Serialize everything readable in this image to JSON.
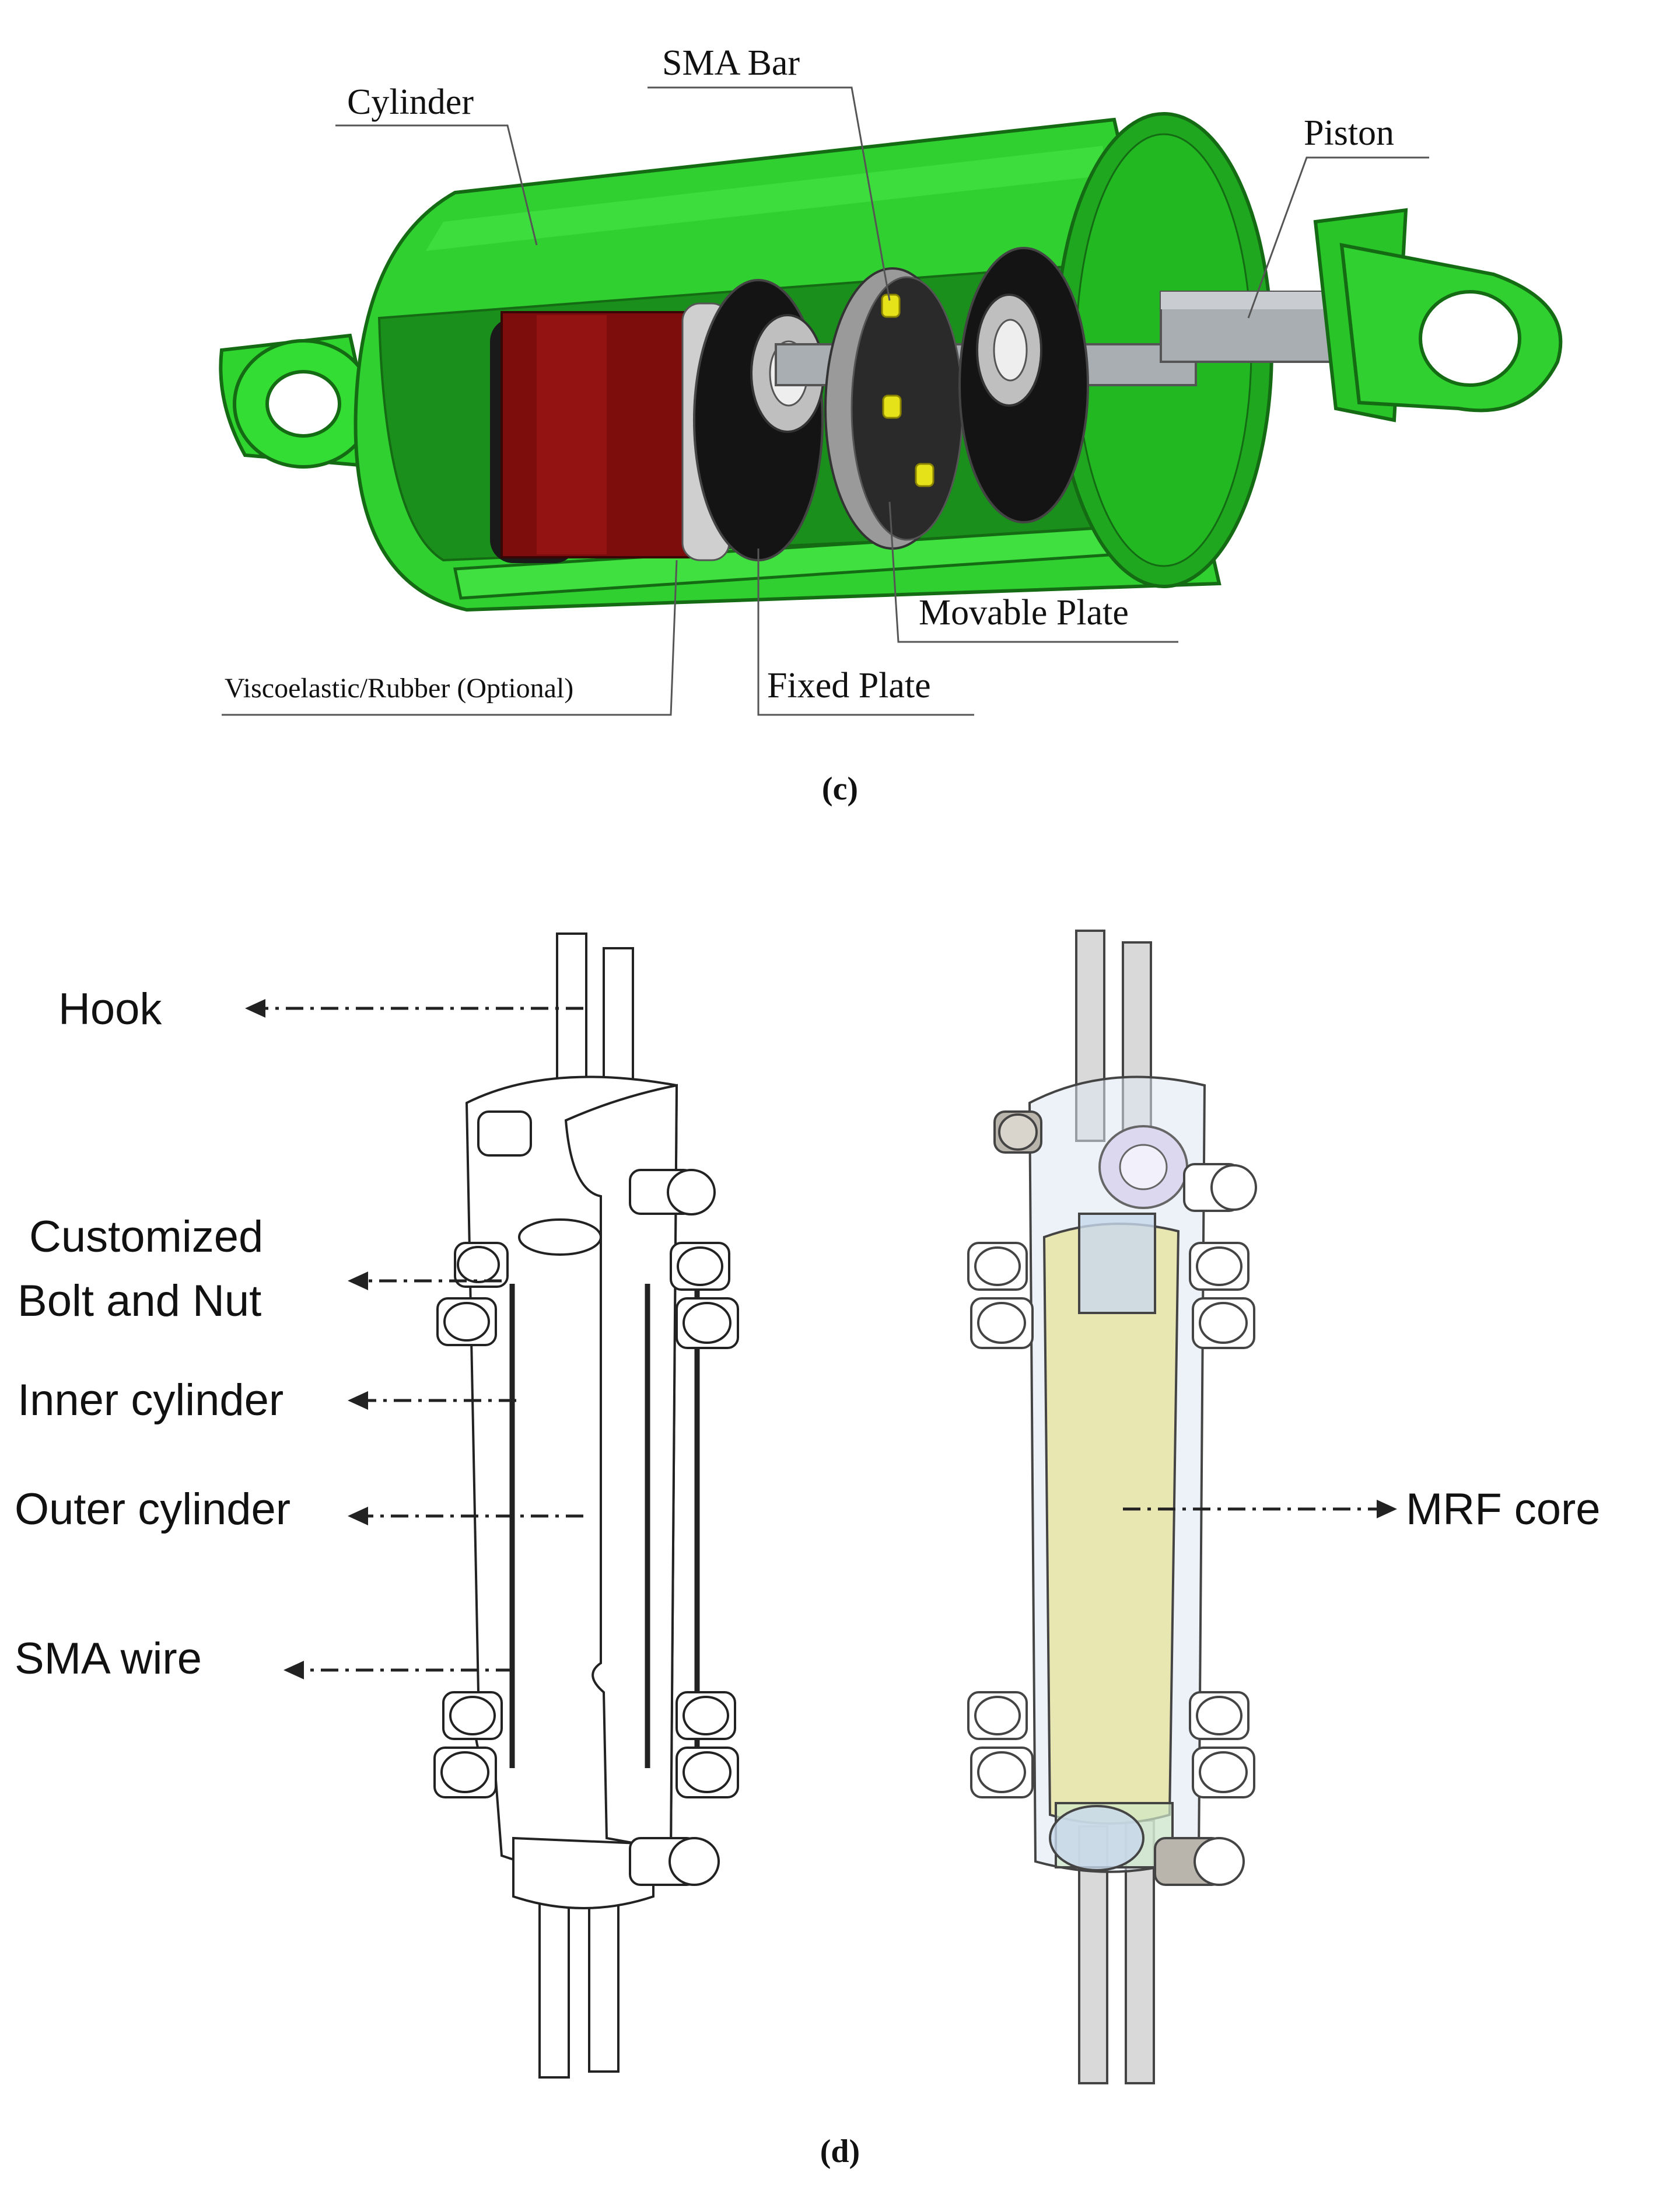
{
  "panel_c": {
    "caption": "(c)",
    "labels": {
      "cylinder": "Cylinder",
      "sma_bar": "SMA Bar",
      "piston": "Piston",
      "movable_plate": "Movable Plate",
      "fixed_plate": "Fixed Plate",
      "viscoelastic": "Viscoelastic/Rubber (Optional)"
    },
    "colors": {
      "body_green": "#2fd42f",
      "dark_green": "#1a8f1a",
      "rubber_red": "#8b1010",
      "plate_black": "#151515",
      "sma_yellow": "#e6e21a",
      "piston_gray": "#a9aeb3"
    }
  },
  "panel_d": {
    "caption": "(d)",
    "labels": {
      "hook": "Hook",
      "bolt_line1": "Customized",
      "bolt_line2": "Bolt and Nut",
      "inner_cylinder": "Inner cylinder",
      "outer_cylinder": "Outer cylinder",
      "sma_wire": "SMA wire",
      "mrf_core": "MRF core"
    },
    "colors": {
      "line": "#222222",
      "mrf_yellow": "#e9e6a8",
      "glass_blue": "#c8d8ec",
      "bolt_gray": "#b9b4ac"
    }
  }
}
